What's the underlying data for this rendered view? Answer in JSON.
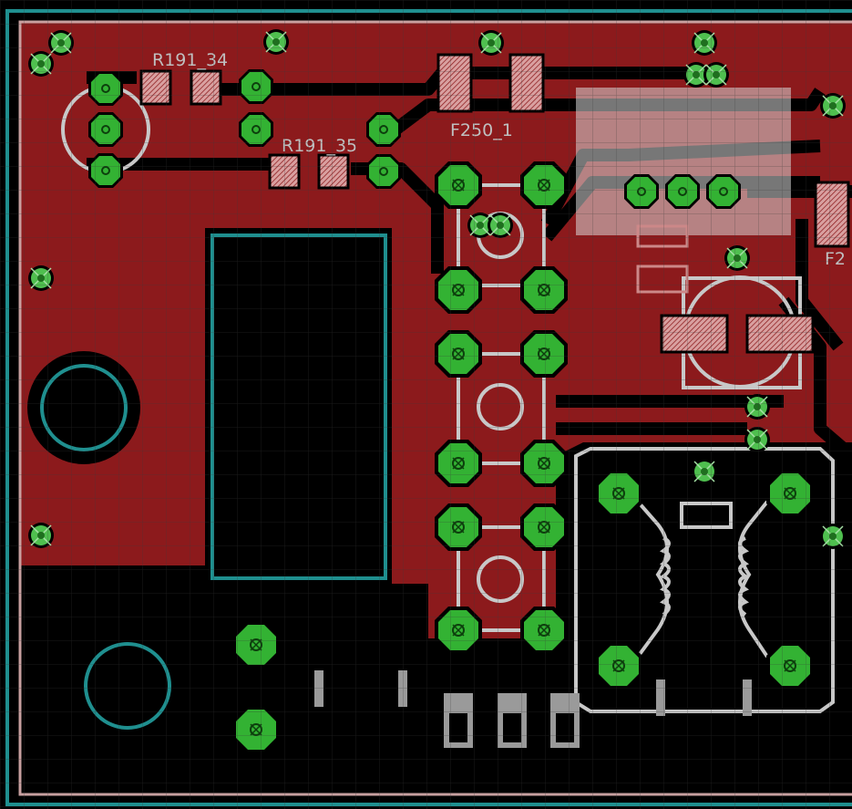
{
  "labels": {
    "r34": "R191_34",
    "r35": "R191_35",
    "f250": "F250_1",
    "f2": "F2"
  },
  "colors": {
    "background": "#000000",
    "copper": "#8c1a1c",
    "pad": "#33b233",
    "drill": "#66cc66",
    "silkscreen": "#c8c8c8",
    "outline": "#1f8f8f",
    "grid": "#3a3a3a"
  },
  "icons": [
    "pad-icon",
    "via-icon",
    "smd-pad-icon",
    "inductor-coil-icon",
    "mounting-hole-icon"
  ]
}
